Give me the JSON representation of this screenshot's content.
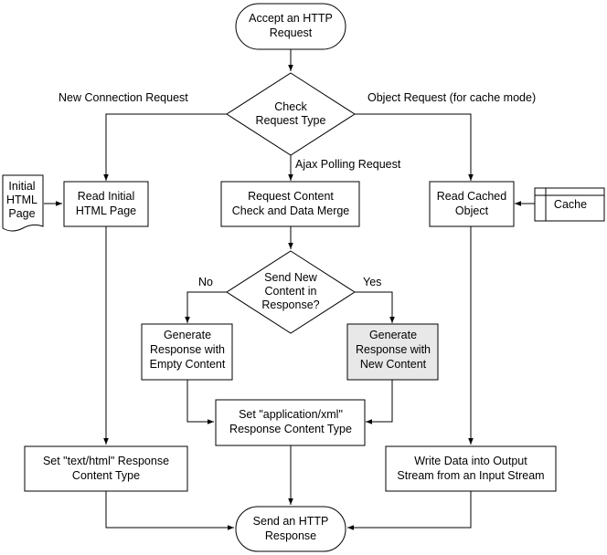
{
  "nodes": {
    "start": [
      "Accept an HTTP",
      "Request"
    ],
    "check": [
      "Check",
      "Request Type"
    ],
    "read_initial": [
      "Read Initial",
      "HTML Page"
    ],
    "request_content": [
      "Request Content",
      "Check and Data Merge"
    ],
    "read_cached": [
      "Read Cached",
      "Object"
    ],
    "initial_doc": [
      "Initial",
      "HTML",
      "Page"
    ],
    "cache_store": [
      "Cache"
    ],
    "send_new": [
      "Send New",
      "Content in",
      "Response?"
    ],
    "gen_empty": [
      "Generate",
      "Response with",
      "Empty Content"
    ],
    "gen_new": [
      "Generate",
      "Response with",
      "New Content"
    ],
    "set_xml": [
      "Set \"application/xml\"",
      "Response Content Type"
    ],
    "set_html": [
      "Set \"text/html\" Response",
      "Content Type"
    ],
    "write_data": [
      "Write Data into Output",
      "Stream from an Input Stream"
    ],
    "end": [
      "Send an HTTP",
      "Response"
    ]
  },
  "edge_labels": {
    "new_connection": "New Connection Request",
    "object_request": "Object Request (for cache mode)",
    "ajax_polling": "Ajax Polling Request",
    "no": "No",
    "yes": "Yes"
  },
  "colors": {
    "stroke": "#000000",
    "fill": "#ffffff",
    "highlight_fill": "#e8e8e8"
  }
}
